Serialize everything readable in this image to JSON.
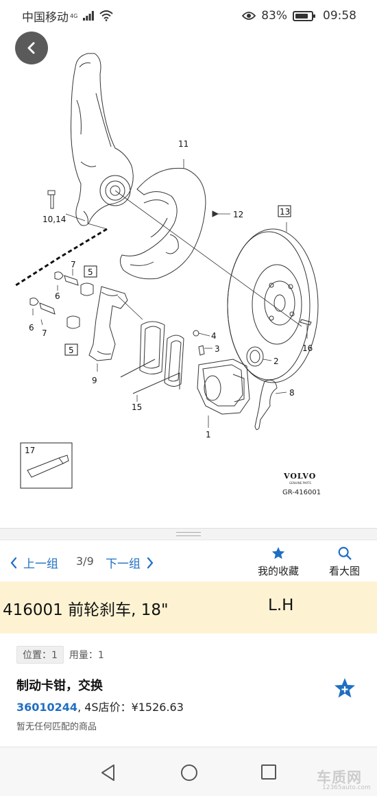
{
  "status_bar": {
    "carrier": "中国移动",
    "network": "4G",
    "battery_percent": "83%",
    "battery_level": 0.83,
    "time": "09:58"
  },
  "diagram": {
    "callouts": {
      "c11": "11",
      "c10_14": "10,14",
      "c12": "12",
      "c13": "13",
      "c7a": "7",
      "c5a": "5",
      "c6a": "6",
      "c6b": "6",
      "c7b": "7",
      "c5b": "5",
      "c4": "4",
      "c3": "3",
      "c2": "2",
      "c8": "8",
      "c9": "9",
      "c16": "16",
      "c15": "15",
      "c1": "1",
      "c17": "17"
    },
    "brand": "VOLVO",
    "brand_sub": "GENUINE PARTS",
    "ref_code": "GR-416001"
  },
  "nav": {
    "prev_label": "上一组",
    "page_indicator": "3/9",
    "next_label": "下一组",
    "favorites_label": "我的收藏",
    "zoom_label": "看大图"
  },
  "group_title": {
    "text": "416001 前轮刹车, 18\"",
    "side": "L.H"
  },
  "part": {
    "position_label": "位置：1",
    "quantity_label": "用量：1",
    "name": "制动卡钳，交换",
    "number": "36010244",
    "price_text": ", 4S店价：¥1526.63",
    "no_match": "暂无任何匹配的商品"
  },
  "watermark": {
    "main": "车质网",
    "sub": "12365auto.com"
  },
  "colors": {
    "accent": "#1e6fc2",
    "title_band": "#fdf3d3",
    "back_button": "#5a5a5a"
  }
}
